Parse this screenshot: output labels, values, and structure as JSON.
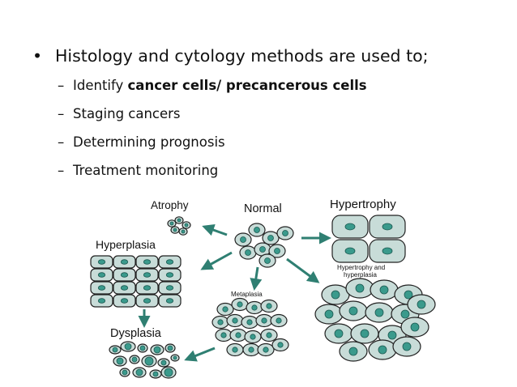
{
  "bullets": {
    "main": "Histology and cytology methods are used to;",
    "sub1_prefix": "Identify ",
    "sub1_bold": "cancer cells/ precancerous cells",
    "sub2": "Staging cancers",
    "sub3": "Determining prognosis",
    "sub4": "Treatment monitoring"
  },
  "figure": {
    "normal": "Normal",
    "atrophy": "Atrophy",
    "hypertrophy": "Hypertrophy",
    "hyperplasia": "Hyperplasia",
    "metaplasia": "Metaplasia",
    "hypertrophy_hyperplasia_l1": "Hypertrophy and",
    "hypertrophy_hyperplasia_l2": "hyperplasia",
    "dysplasia": "Dysplasia",
    "colors": {
      "cell_fill": "#c8dcd8",
      "nucleus": "#3a9a8c",
      "arrow": "#2f7f72",
      "outline": "#222222"
    }
  }
}
